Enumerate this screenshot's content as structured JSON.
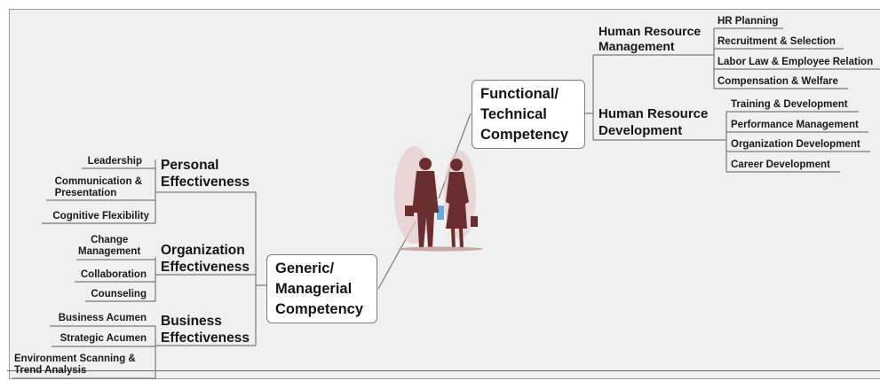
{
  "colors": {
    "background": "#f0f0f0",
    "connector": "#7a7a7a",
    "figures": "#6b2e2e"
  },
  "illustration": "business-people-walking",
  "root_generic": {
    "lines": [
      "Generic/",
      "Managerial",
      "Competency"
    ]
  },
  "root_functional": {
    "lines": [
      "Functional/",
      "Technical",
      "Competency"
    ]
  },
  "generic_branches": [
    {
      "lines": [
        "Personal",
        "Effectiveness"
      ],
      "leaves": [
        {
          "lines": [
            "Leadership"
          ]
        },
        {
          "lines": [
            "Communication &",
            "Presentation"
          ]
        },
        {
          "lines": [
            "Cognitive Flexibility"
          ]
        }
      ]
    },
    {
      "lines": [
        "Organization",
        "Effectiveness"
      ],
      "leaves": [
        {
          "lines": [
            "Change",
            "Management"
          ]
        },
        {
          "lines": [
            "Collaboration"
          ]
        },
        {
          "lines": [
            "Counseling"
          ]
        }
      ]
    },
    {
      "lines": [
        "Business",
        "Effectiveness"
      ],
      "leaves": [
        {
          "lines": [
            "Business Acumen"
          ]
        },
        {
          "lines": [
            "Strategic Acumen"
          ]
        },
        {
          "lines": [
            "Environment Scanning &",
            "Trend Analysis"
          ]
        }
      ]
    }
  ],
  "functional_branches": [
    {
      "lines": [
        "Human Resource",
        "Management"
      ],
      "leaves": [
        {
          "lines": [
            "HR Planning"
          ]
        },
        {
          "lines": [
            "Recruitment & Selection"
          ]
        },
        {
          "lines": [
            "Labor Law & Employee Relation"
          ]
        },
        {
          "lines": [
            "Compensation & Welfare"
          ]
        }
      ]
    },
    {
      "lines": [
        "Human Resource",
        "Development"
      ],
      "leaves": [
        {
          "lines": [
            "Training & Development"
          ]
        },
        {
          "lines": [
            "Performance Management"
          ]
        },
        {
          "lines": [
            "Organization Development"
          ]
        },
        {
          "lines": [
            "Career Development"
          ]
        }
      ]
    }
  ]
}
